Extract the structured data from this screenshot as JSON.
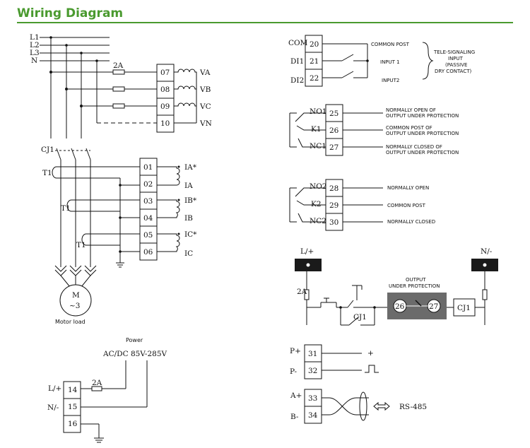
{
  "title": "Wiring Diagram",
  "voltage": {
    "lines": [
      "L1",
      "L2",
      "L3",
      "N"
    ],
    "fuse": "2A",
    "terminals": [
      {
        "num": "07",
        "label": "VA"
      },
      {
        "num": "08",
        "label": "VB"
      },
      {
        "num": "09",
        "label": "VC"
      },
      {
        "num": "10",
        "label": "VN"
      }
    ]
  },
  "current": {
    "contactor": "CJ1",
    "ct": "T1",
    "terminals": [
      {
        "num": "01",
        "label": "IA*"
      },
      {
        "num": "02",
        "label": "IA"
      },
      {
        "num": "03",
        "label": "IB*"
      },
      {
        "num": "04",
        "label": "IB"
      },
      {
        "num": "05",
        "label": "IC*"
      },
      {
        "num": "06",
        "label": "IC"
      }
    ],
    "motor_symbol": "M",
    "motor_sub": "~3",
    "motor_caption": "Motor load"
  },
  "power": {
    "caption": "Power",
    "range": "AC/DC  85V-285V",
    "fuse": "2A",
    "terminals": [
      {
        "num": "14",
        "label": "L/+"
      },
      {
        "num": "15",
        "label": "N/-"
      },
      {
        "num": "16",
        "label": ""
      }
    ]
  },
  "digital_inputs": {
    "terminals": [
      {
        "num": "20",
        "label": "COM",
        "desc": "COMMON POST"
      },
      {
        "num": "21",
        "label": "DI1",
        "desc": "INPUT 1"
      },
      {
        "num": "22",
        "label": "DI2",
        "desc": "INPUT2"
      }
    ],
    "brace_text": [
      "TELE-SIGNALING",
      "INPUT",
      "(PASSIVE",
      "DRY CONTACT)"
    ]
  },
  "relay1": {
    "terminals": [
      {
        "num": "25",
        "label": "NO1",
        "desc": [
          "NORMALLY OPEN OF",
          "OUTPUT UNDER PROTECTION"
        ]
      },
      {
        "num": "26",
        "label": "K1",
        "desc": [
          "COMMON POST OF",
          "OUTPUT UNDER PROTECTION"
        ]
      },
      {
        "num": "27",
        "label": "NC1",
        "desc": [
          "NORMALLY CLOSED OF",
          "OUTPUT UNDER PROTECTION"
        ]
      }
    ]
  },
  "relay2": {
    "terminals": [
      {
        "num": "28",
        "label": "NO2",
        "desc": [
          "NORMALLY OPEN"
        ]
      },
      {
        "num": "29",
        "label": "K2",
        "desc": [
          "COMMON POST"
        ]
      },
      {
        "num": "30",
        "label": "NC2",
        "desc": [
          "NORMALLY CLOSED"
        ]
      }
    ]
  },
  "control": {
    "left": "L/+",
    "right": "N/-",
    "fuse": "2A",
    "contactor": "CJ1",
    "coil": "CJ1",
    "output_caption": [
      "OUTPUT",
      "UNDER PROTECTION"
    ],
    "t1": "26",
    "t2": "27"
  },
  "pulse": {
    "terminals": [
      {
        "num": "31",
        "label": "P+",
        "sym": "+"
      },
      {
        "num": "32",
        "label": "P-",
        "sym": ""
      }
    ]
  },
  "rs485": {
    "terminals": [
      {
        "num": "33",
        "label": "A+"
      },
      {
        "num": "34",
        "label": "B-"
      }
    ],
    "label": "RS-485"
  }
}
